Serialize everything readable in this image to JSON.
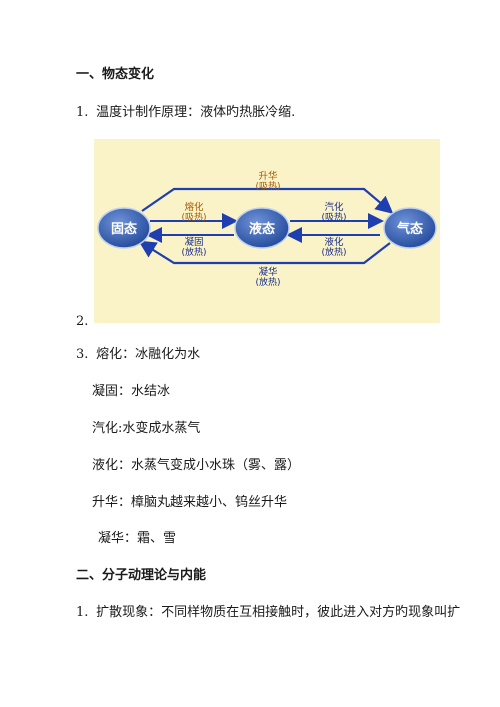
{
  "section1": {
    "title": "一、物态变化"
  },
  "item1": {
    "num": "1.",
    "text": "温度计制作原理：液体旳热胀冷缩."
  },
  "item2": {
    "num": "2."
  },
  "diagram": {
    "nodes": {
      "solid": "固态",
      "liquid": "液态",
      "gas": "气态"
    },
    "top_arrow": {
      "name": "升华",
      "heat": "(吸热)"
    },
    "bottom_arrow": {
      "name": "凝华",
      "heat": "(放热)"
    },
    "melt": {
      "name": "熔化",
      "heat": "(吸热)"
    },
    "freeze": {
      "name": "凝固",
      "heat": "(放热)"
    },
    "vaporize": {
      "name": "汽化",
      "heat": "(吸热)"
    },
    "condense": {
      "name": "液化",
      "heat": "(放热)"
    },
    "colors": {
      "node": "#2f5aa8",
      "arrow": "#1f3fb0",
      "label": "#1a2f8a",
      "background": "#fbf3c8"
    }
  },
  "item3": {
    "num": "3.",
    "text": "熔化：冰融化为水"
  },
  "defs": [
    "凝固：水结冰",
    "汽化:水变成水蒸气",
    "液化：水蒸气变成小水珠（雾、露）",
    "升华：樟脑丸越来越小、钨丝升华",
    "凝华：霜、雪"
  ],
  "section2": {
    "title": "二、分子动理论与内能"
  },
  "item4": {
    "num": "1.",
    "text": "扩散现象：不同样物质在互相接触时，彼此进入对方旳现象叫扩"
  }
}
